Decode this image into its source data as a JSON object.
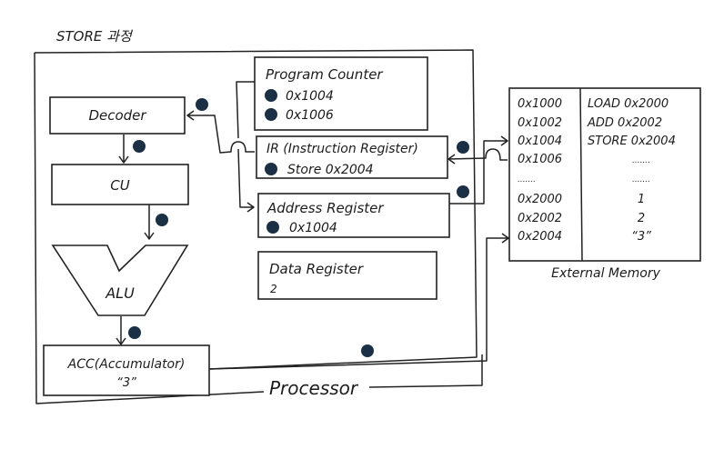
{
  "title": "STORE 과정",
  "processor": {
    "label": "Processor",
    "decoder": {
      "label": "Decoder"
    },
    "cu": {
      "label": "CU"
    },
    "alu": {
      "label": "ALU"
    },
    "acc": {
      "label": "ACC(Accumulator)",
      "value": "“3”"
    },
    "program_counter": {
      "label": "Program Counter",
      "values": [
        "0x1004",
        "0x1006"
      ]
    },
    "ir": {
      "label": "IR (Instruction Register)",
      "value": "Store 0x2004"
    },
    "address_register": {
      "label": "Address Register",
      "value": "0x1004"
    },
    "data_register": {
      "label": "Data Register",
      "value": "2"
    }
  },
  "memory": {
    "label": "External Memory",
    "rows": [
      {
        "address": "0x1000",
        "content": "LOAD 0x2000"
      },
      {
        "address": "0x1002",
        "content": "ADD 0x2002"
      },
      {
        "address": "0x1004",
        "content": "STORE 0x2004"
      },
      {
        "address": "0x1006",
        "content": "......."
      },
      {
        "address": ".......",
        "content": "......."
      },
      {
        "address": "0x2000",
        "content": "1"
      },
      {
        "address": "0x2002",
        "content": "2"
      },
      {
        "address": "0x2004",
        "content": "“3”"
      }
    ]
  },
  "colors": {
    "step_dot": "#1b2f45",
    "ink": "#1c1c1c"
  }
}
